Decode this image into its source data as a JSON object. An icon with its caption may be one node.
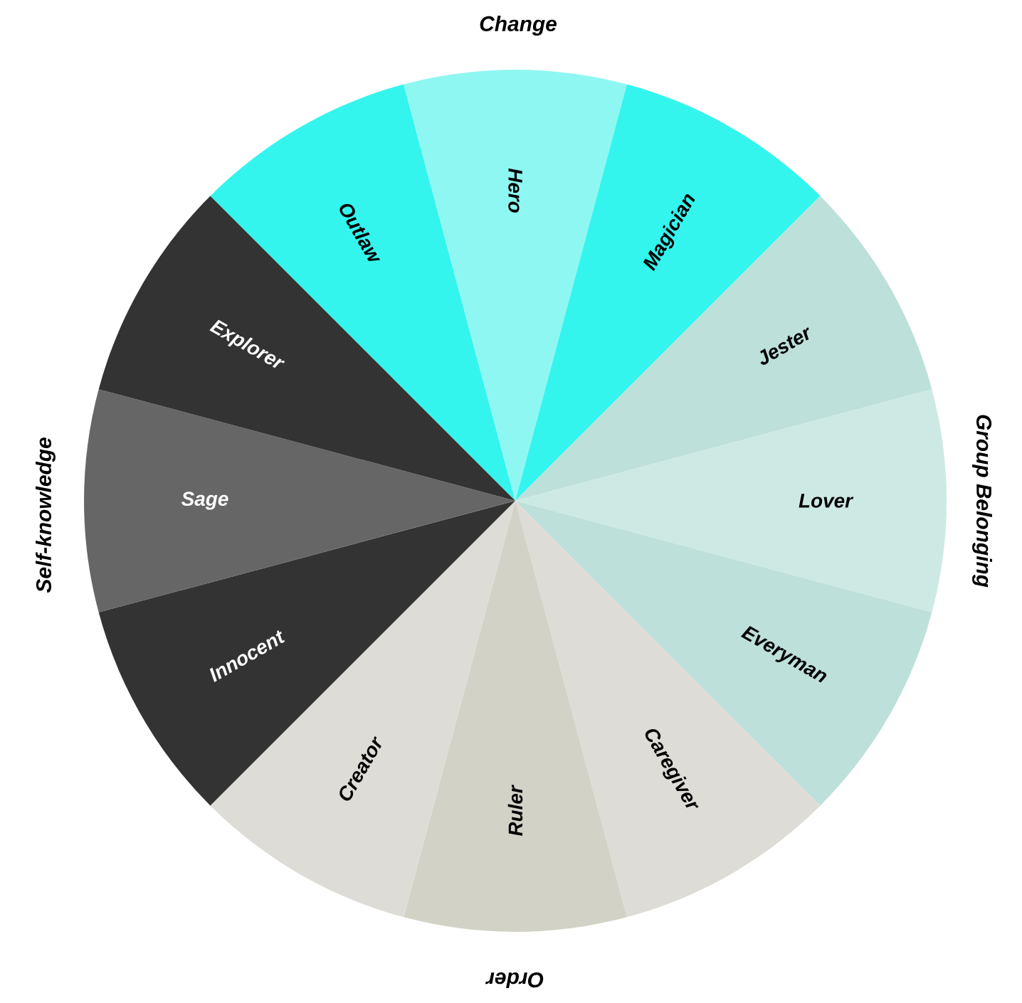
{
  "diagram": {
    "nodes": [
      {
        "text": [
          "Outlaw"
        ]
      },
      {
        "text": [
          "Hero"
        ]
      },
      {
        "text": [
          "Magician"
        ]
      },
      {
        "text": [
          "Jester"
        ]
      },
      {
        "text": [
          "Lover"
        ]
      },
      {
        "text": [
          "Everyman"
        ]
      },
      {
        "text": [
          "Caregiver"
        ]
      },
      {
        "text": [
          "Ruler"
        ]
      },
      {
        "text": [
          "Creator"
        ]
      },
      {
        "text": [
          "Innocent"
        ]
      },
      {
        "text": [
          "Sage"
        ]
      },
      {
        "text": [
          "Explorer"
        ]
      }
    ],
    "labels": [
      "Change",
      "Self-knowledge",
      "Group Belonging",
      "Order"
    ]
  }
}
